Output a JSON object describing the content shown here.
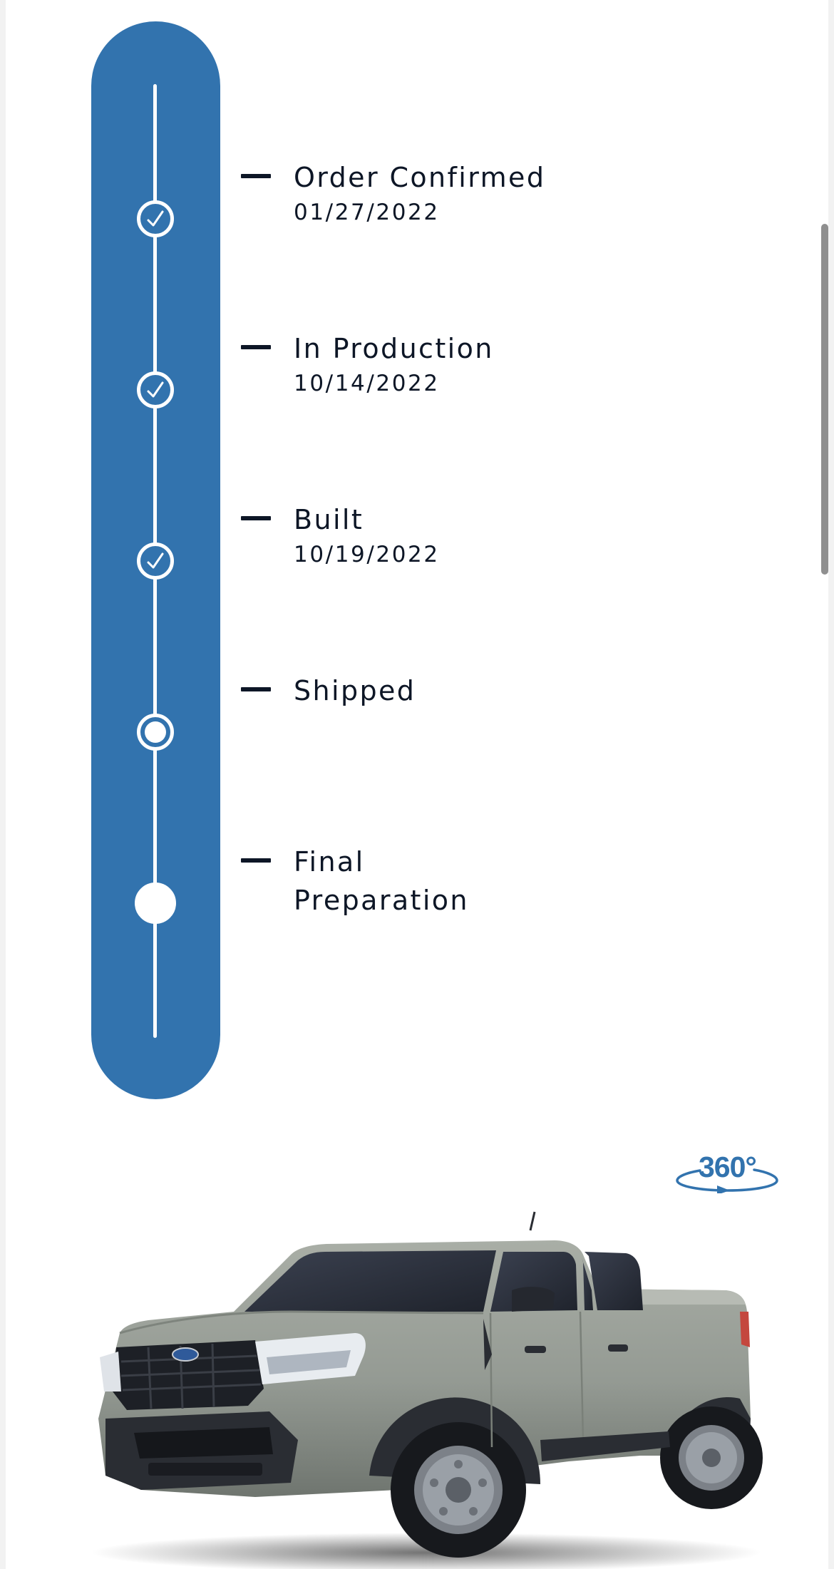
{
  "tracker": {
    "steps": [
      {
        "title": "Order Confirmed",
        "date": "01/27/2022",
        "status": "complete",
        "icon": "check-icon"
      },
      {
        "title": "In Production",
        "date": "10/14/2022",
        "status": "complete",
        "icon": "check-icon"
      },
      {
        "title": "Built",
        "date": "10/19/2022",
        "status": "complete",
        "icon": "check-icon"
      },
      {
        "title": "Shipped",
        "date": "",
        "status": "current",
        "icon": "current-step-icon"
      },
      {
        "title": "Final Preparation",
        "title_lines": [
          "Final",
          "Preparation"
        ],
        "date": "",
        "status": "upcoming",
        "icon": "upcoming-step-icon"
      }
    ]
  },
  "vehicle_view": {
    "rotate_label": "360°",
    "rotate_icon": "rotate-360-icon",
    "vehicle_image": "pickup-truck-image"
  },
  "colors": {
    "accent": "#3273ae",
    "text": "#0d1626",
    "background": "#ffffff"
  }
}
